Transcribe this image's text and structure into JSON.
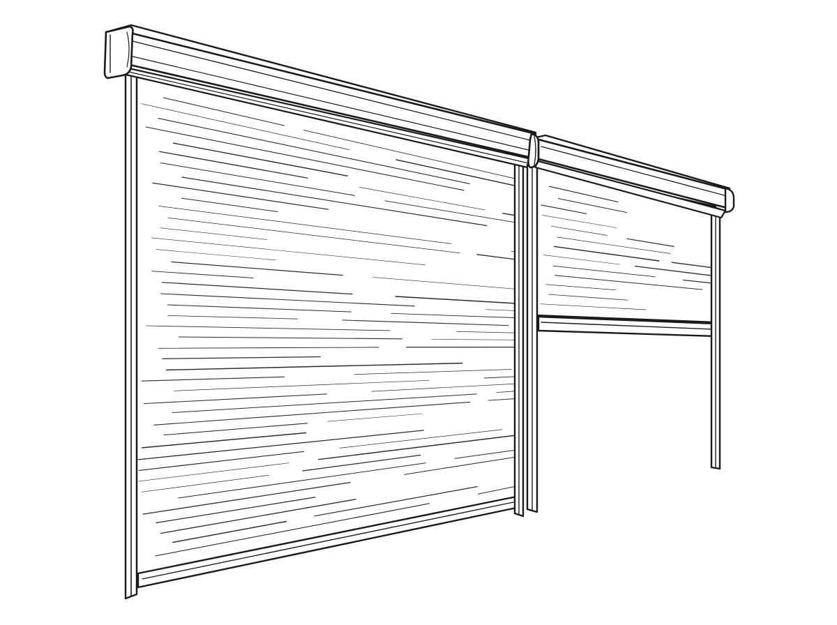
{
  "figure": {
    "subject": "roller-shutter-line-drawing",
    "colors": {
      "ink": "#1a1a1a",
      "background": "#ffffff"
    },
    "shutters": [
      {
        "id": "left",
        "state": "closed",
        "open_fraction": 0.0
      },
      {
        "id": "right",
        "state": "partially-open",
        "open_fraction": 0.58
      }
    ]
  }
}
